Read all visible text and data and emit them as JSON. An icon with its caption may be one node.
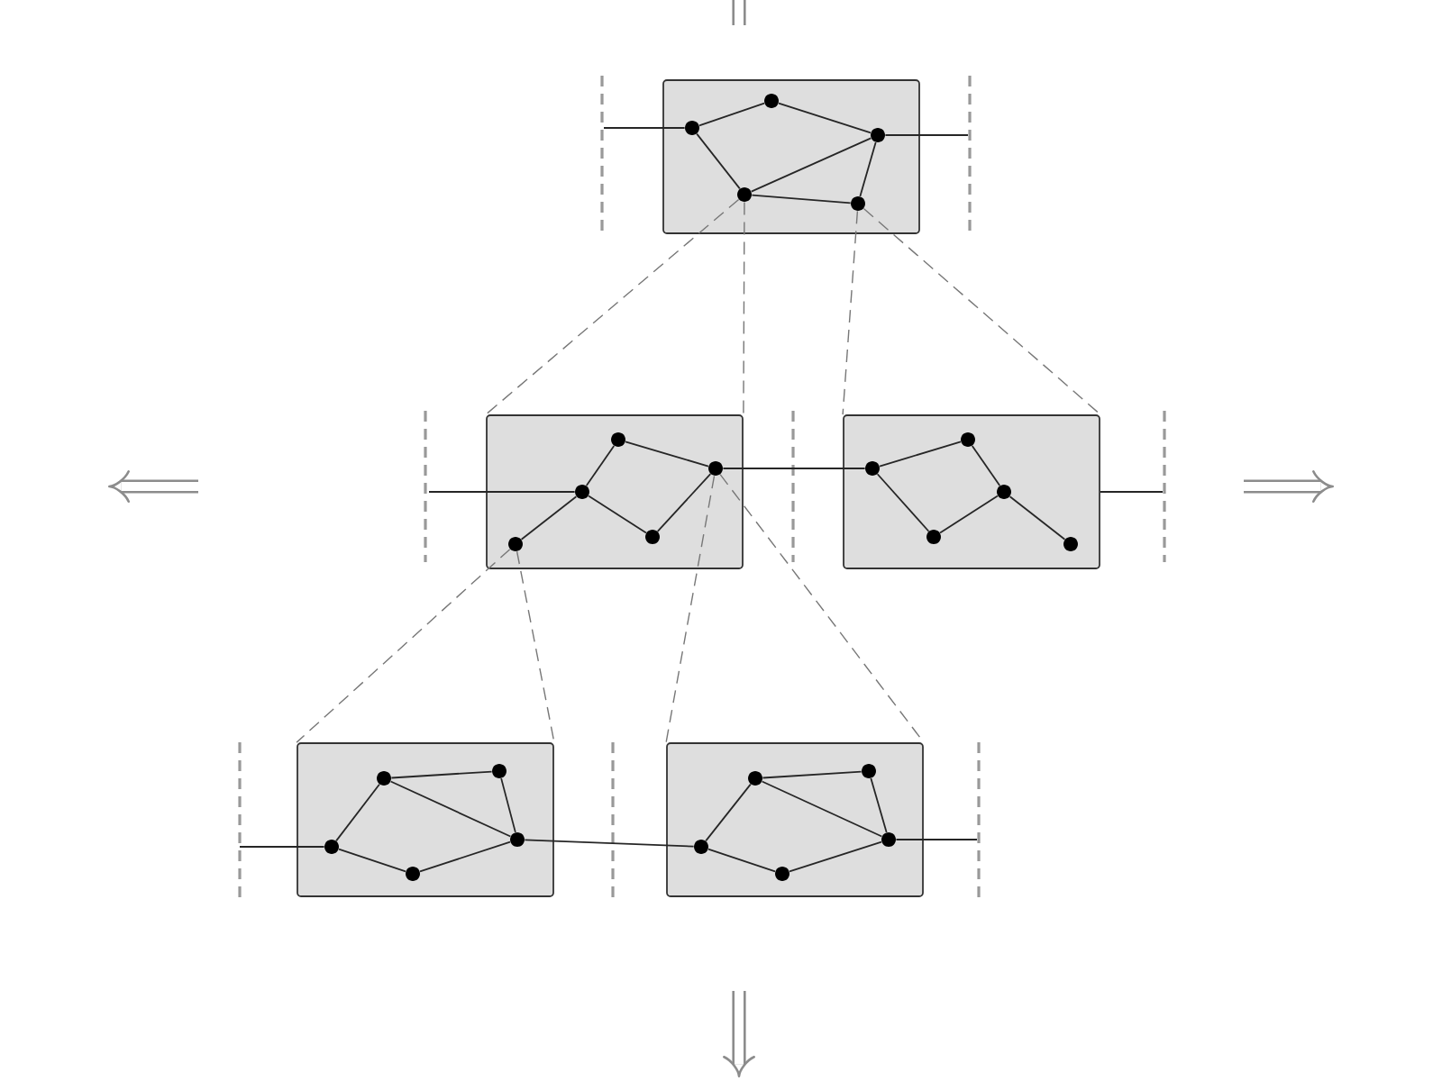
{
  "diagram": {
    "nodes": [
      {
        "text": [],
        "shape": "box"
      },
      {
        "text": [],
        "shape": "circle",
        "in": 0
      },
      {
        "text": [],
        "shape": "circle",
        "in": 0
      },
      {
        "text": [],
        "shape": "circle",
        "in": 0
      },
      {
        "text": [],
        "shape": "circle",
        "in": 0
      },
      {
        "text": [],
        "shape": "circle",
        "in": 0
      },
      {
        "text": [],
        "shape": "box"
      },
      {
        "text": [],
        "shape": "circle",
        "in": 6
      },
      {
        "text": [],
        "shape": "circle",
        "in": 6
      },
      {
        "text": [],
        "shape": "circle",
        "in": 6
      },
      {
        "text": [],
        "shape": "circle",
        "in": 6
      },
      {
        "text": [],
        "shape": "circle",
        "in": 6
      },
      {
        "text": [],
        "shape": "box"
      },
      {
        "text": [],
        "shape": "circle",
        "in": 12
      },
      {
        "text": [],
        "shape": "circle",
        "in": 12
      },
      {
        "text": [],
        "shape": "circle",
        "in": 12
      },
      {
        "text": [],
        "shape": "circle",
        "in": 12
      },
      {
        "text": [],
        "shape": "circle",
        "in": 12
      },
      {
        "text": [],
        "shape": "box"
      },
      {
        "text": [],
        "shape": "circle",
        "in": 18
      },
      {
        "text": [],
        "shape": "circle",
        "in": 18
      },
      {
        "text": [],
        "shape": "circle",
        "in": 18
      },
      {
        "text": [],
        "shape": "circle",
        "in": 18
      },
      {
        "text": [],
        "shape": "circle",
        "in": 18
      },
      {
        "text": [],
        "shape": "box"
      },
      {
        "text": [],
        "shape": "circle",
        "in": 24
      },
      {
        "text": [],
        "shape": "circle",
        "in": 24
      },
      {
        "text": [],
        "shape": "circle",
        "in": 24
      },
      {
        "text": [],
        "shape": "circle",
        "in": 24
      },
      {
        "text": [],
        "shape": "circle",
        "in": 24
      }
    ],
    "edges": [
      {
        "from": 1,
        "to": 2,
        "arrow": "none"
      },
      {
        "from": 2,
        "to": 3,
        "arrow": "none"
      },
      {
        "from": 1,
        "to": 4,
        "arrow": "none"
      },
      {
        "from": 4,
        "to": 3,
        "arrow": "none"
      },
      {
        "from": 3,
        "to": 5,
        "arrow": "none"
      },
      {
        "from": 4,
        "to": 5,
        "arrow": "none"
      },
      {
        "from": 1,
        "to": null,
        "arrow": "none"
      },
      {
        "from": 3,
        "to": null,
        "arrow": "none"
      },
      {
        "from": 8,
        "to": 7,
        "arrow": "none"
      },
      {
        "from": 7,
        "to": 9,
        "arrow": "none"
      },
      {
        "from": 8,
        "to": 10,
        "arrow": "none"
      },
      {
        "from": 8,
        "to": 11,
        "arrow": "none"
      },
      {
        "from": 11,
        "to": 9,
        "arrow": "none"
      },
      {
        "from": 8,
        "to": null,
        "arrow": "none"
      },
      {
        "from": 9,
        "to": 13,
        "arrow": "none"
      },
      {
        "from": 13,
        "to": 14,
        "arrow": "none"
      },
      {
        "from": 14,
        "to": 15,
        "arrow": "none"
      },
      {
        "from": 13,
        "to": 16,
        "arrow": "none"
      },
      {
        "from": 16,
        "to": 15,
        "arrow": "none"
      },
      {
        "from": 15,
        "to": 17,
        "arrow": "none"
      },
      {
        "from": 12,
        "to": null,
        "arrow": "none"
      },
      {
        "from": 19,
        "to": 20,
        "arrow": "none"
      },
      {
        "from": 20,
        "to": 22,
        "arrow": "none"
      },
      {
        "from": 19,
        "to": 22,
        "arrow": "none"
      },
      {
        "from": 19,
        "to": 21,
        "arrow": "none"
      },
      {
        "from": 21,
        "to": 23,
        "arrow": "none"
      },
      {
        "from": 23,
        "to": 22,
        "arrow": "none"
      },
      {
        "from": 21,
        "to": null,
        "arrow": "none"
      },
      {
        "from": 22,
        "to": 27,
        "arrow": "none"
      },
      {
        "from": 25,
        "to": 26,
        "arrow": "none"
      },
      {
        "from": 26,
        "to": 28,
        "arrow": "none"
      },
      {
        "from": 25,
        "to": 28,
        "arrow": "none"
      },
      {
        "from": 25,
        "to": 27,
        "arrow": "none"
      },
      {
        "from": 27,
        "to": 29,
        "arrow": "none"
      },
      {
        "from": 29,
        "to": 28,
        "arrow": "none"
      },
      {
        "from": 28,
        "to": null,
        "arrow": "none"
      },
      {
        "from": 4,
        "to": 6,
        "arrow": "none",
        "style": "dashed",
        "color": "#777777"
      },
      {
        "from": 4,
        "to": 6,
        "arrow": "none",
        "style": "dashed",
        "color": "#777777"
      },
      {
        "from": 5,
        "to": 12,
        "arrow": "none",
        "style": "dashed",
        "color": "#777777"
      },
      {
        "from": 5,
        "to": 12,
        "arrow": "none",
        "style": "dashed",
        "color": "#777777"
      },
      {
        "from": 10,
        "to": 18,
        "arrow": "none",
        "style": "dashed",
        "color": "#777777"
      },
      {
        "from": 10,
        "to": 18,
        "arrow": "none",
        "style": "dashed",
        "color": "#777777"
      },
      {
        "from": 9,
        "to": 24,
        "arrow": "none",
        "style": "dashed",
        "color": "#777777"
      },
      {
        "from": 9,
        "to": 24,
        "arrow": "none",
        "style": "dashed",
        "color": "#777777"
      }
    ]
  }
}
